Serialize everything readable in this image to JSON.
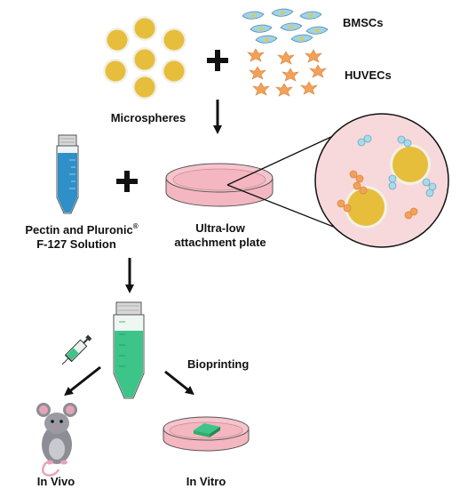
{
  "labels": {
    "microspheres": "Microspheres",
    "bmscs": "BMSCs",
    "huvecs": "HUVECs",
    "pectin_line1": "Pectin and Pluronic",
    "pectin_reg": "®",
    "pectin_line2": "F-127 Solution",
    "plate_line1": "Ultra-low",
    "plate_line2": "attachment plate",
    "bioprinting": "Bioprinting",
    "in_vivo": "In Vivo",
    "in_vitro": "In Vitro"
  },
  "colors": {
    "microsphere": "#e6be3c",
    "microsphere_rim": "#f0f0e6",
    "bmsc_cell": "#9fd3e6",
    "huvec_cell": "#f2a15a",
    "blue_solution": "#2f8fc9",
    "green_solution": "#3cc489",
    "plate_pink": "#f4b6c0",
    "zoom_background": "#f7d9dc",
    "construct_green": "#2fae6a",
    "mouse_gray": "#8d8d95"
  },
  "icons": [
    "microsphere-icon",
    "bmsc-cell-icon",
    "huvec-cell-icon",
    "conical-tube-icon",
    "petri-dish-icon",
    "magnifier-circle-icon",
    "syringe-icon",
    "mouse-icon"
  ]
}
